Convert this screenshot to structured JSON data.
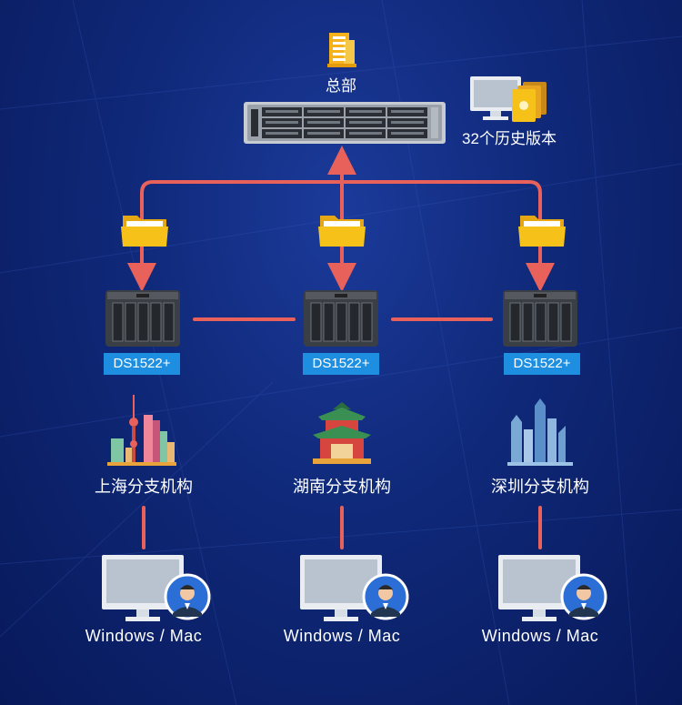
{
  "headquarters": {
    "label": "总部"
  },
  "history": {
    "label": "32个历史版本"
  },
  "nas_units": [
    {
      "model": "DS1522+"
    },
    {
      "model": "DS1522+"
    },
    {
      "model": "DS1522+"
    }
  ],
  "branches": [
    {
      "name": "上海分支机构",
      "client": "Windows / Mac"
    },
    {
      "name": "湖南分支机构",
      "client": "Windows / Mac"
    },
    {
      "name": "深圳分支机构",
      "client": "Windows / Mac"
    }
  ],
  "colors": {
    "connector": "#e8615a",
    "badge": "#1e8fe0",
    "folder": "#f6c21a",
    "background": "#0f2878"
  }
}
